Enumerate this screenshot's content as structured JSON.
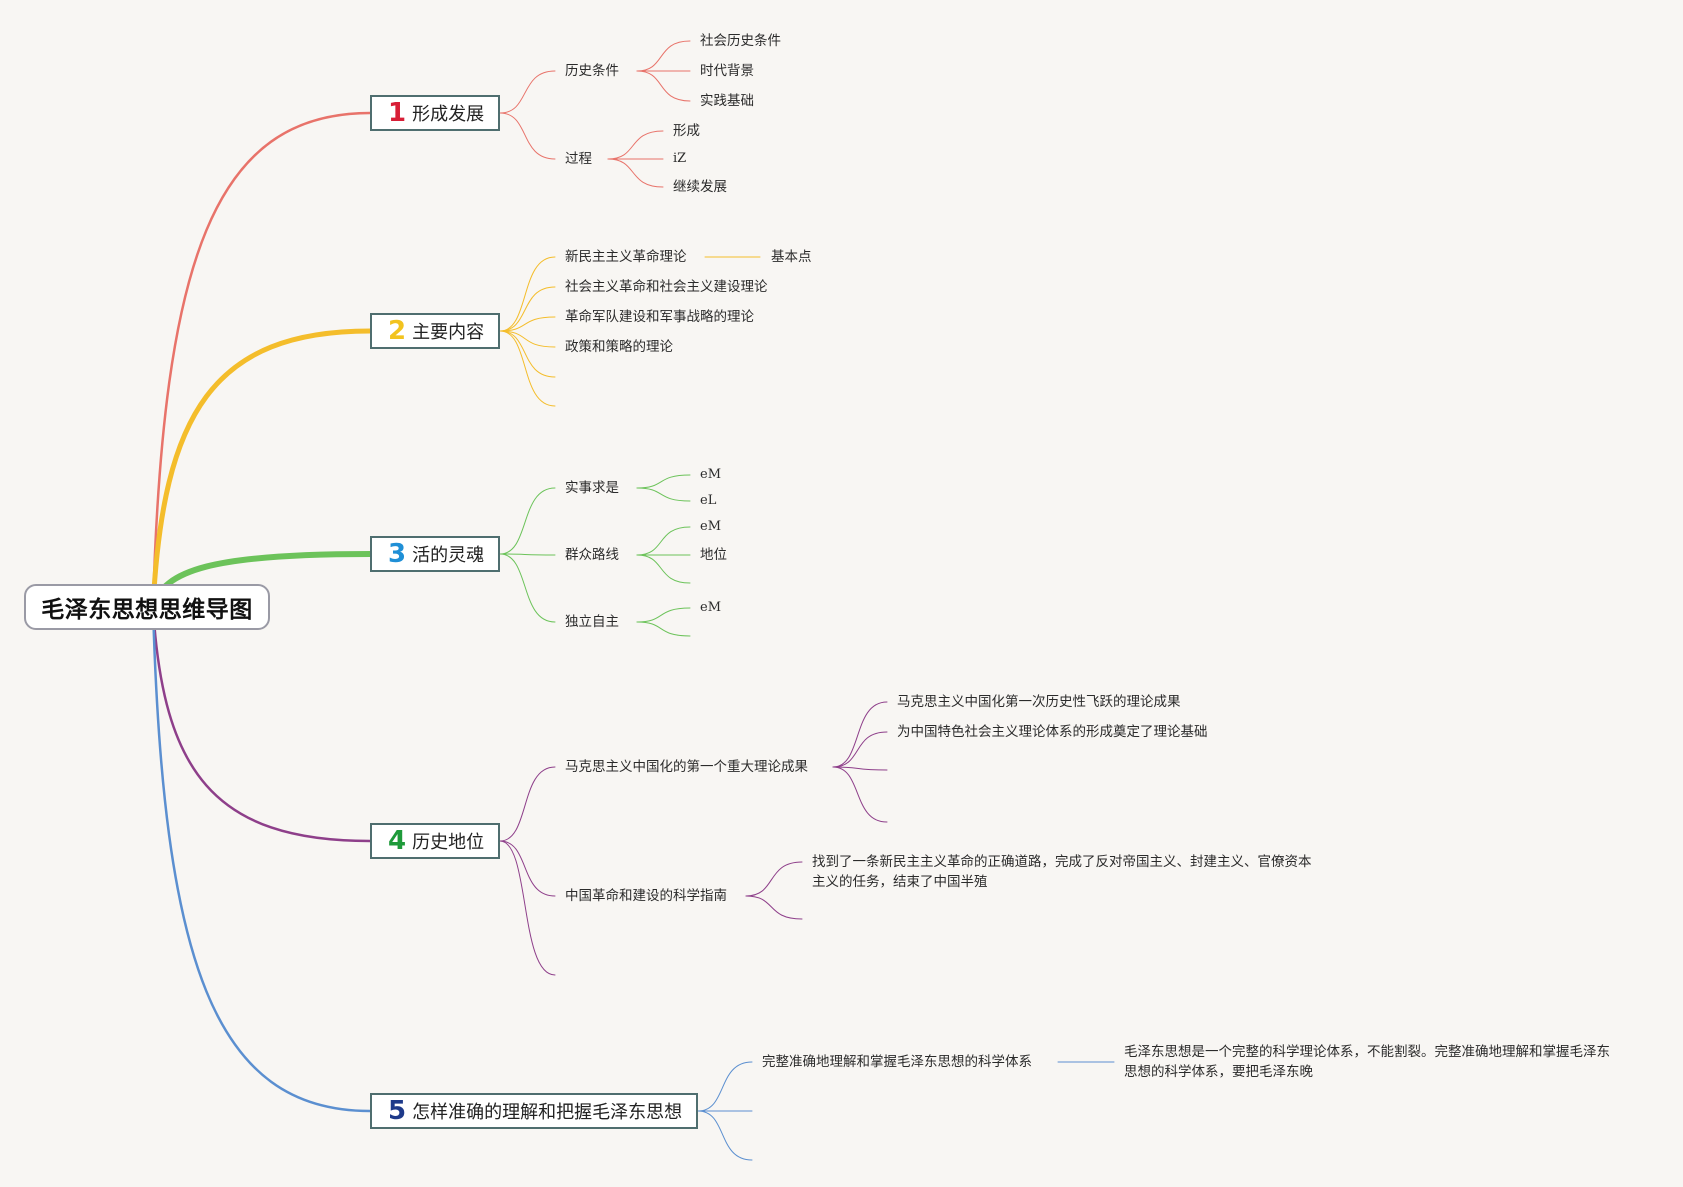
{
  "root": {
    "label": "毛泽东思想思维导图"
  },
  "branches": [
    {
      "num": "1",
      "label": "形成发展",
      "color": "#e8736a",
      "num_color": "#d81e36",
      "children": [
        {
          "label": "历史条件",
          "children": [
            "社会历史条件",
            "时代背景",
            "实践基础"
          ]
        },
        {
          "label": "过程",
          "children": [
            "形成",
            "iZ",
            "继续发展"
          ]
        }
      ]
    },
    {
      "num": "2",
      "label": "主要内容",
      "color": "#f4bd2b",
      "num_color": "#f2c31f",
      "children": [
        {
          "label": "新民主主义革命理论",
          "children": [
            "基本点"
          ]
        },
        {
          "label": "社会主义革命和社会主义建设理论"
        },
        {
          "label": "革命军队建设和军事战略的理论"
        },
        {
          "label": "政策和策略的理论"
        },
        {
          "label": ""
        },
        {
          "label": ""
        }
      ]
    },
    {
      "num": "3",
      "label": "活的灵魂",
      "color": "#6cc35a",
      "num_color": "#1f8fd6",
      "children": [
        {
          "label": "实事求是",
          "children": [
            "eM",
            "eL"
          ]
        },
        {
          "label": "群众路线",
          "children": [
            "eM",
            "地位",
            ""
          ]
        },
        {
          "label": "独立自主",
          "children": [
            "eM",
            ""
          ]
        }
      ]
    },
    {
      "num": "4",
      "label": "历史地位",
      "color": "#8e3f8a",
      "num_color": "#1e9a3a",
      "children": [
        {
          "label": "马克思主义中国化的第一个重大理论成果",
          "children": [
            "马克思主义中国化第一次历史性飞跃的理论成果",
            "为中国特色社会主义理论体系的形成奠定了理论基础",
            "",
            ""
          ]
        },
        {
          "label": "中国革命和建设的科学指南",
          "children": [
            "找到了一条新民主主义革命的正确道路，完成了反对帝国主义、封建主义、官僚资本主义的任务，结束了中国半殖",
            ""
          ]
        },
        {
          "label": ""
        }
      ]
    },
    {
      "num": "5",
      "label": "怎样准确的理解和把握毛泽东思想",
      "color": "#5b8fd0",
      "num_color": "#1e3a8a",
      "children": [
        {
          "label": "完整准确地理解和掌握毛泽东思想的科学体系",
          "children": [
            "毛泽东思想是一个完整的科学理论体系，不能割裂。完整准确地理解和掌握毛泽东思想的科学体系，要把毛泽东晚"
          ]
        },
        {
          "label": ""
        },
        {
          "label": ""
        }
      ]
    }
  ]
}
